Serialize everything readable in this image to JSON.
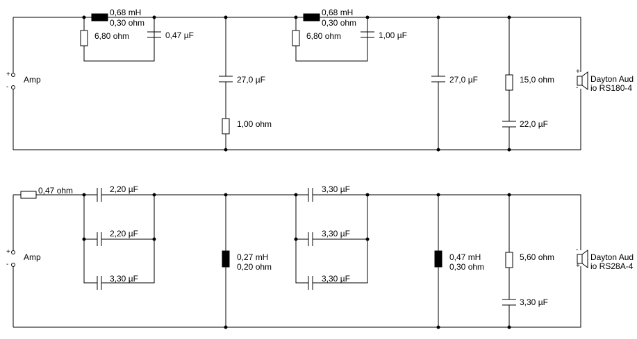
{
  "colors": {
    "wire": "#000000",
    "background": "#ffffff",
    "inductor": "#000000"
  },
  "icons": [
    "speaker-icon",
    "amp-terminal-icon"
  ],
  "top": {
    "amp_label": "Amp",
    "amp_plus": "+",
    "amp_minus": "-",
    "speaker_plus": "+",
    "speaker_minus": "-",
    "l1_value": "0,68 mH",
    "l1_resistance": "0,30 ohm",
    "r1": "6,80 ohm",
    "c1": "0,47 µF",
    "c2": "27,0 µF",
    "r2": "1,00 ohm",
    "l2_value": "0,68 mH",
    "l2_resistance": "0,30 ohm",
    "r3": "6,80 ohm",
    "c3": "1,00 µF",
    "c4": "27,0 µF",
    "r4": "15,0 ohm",
    "c5": "22,0 µF",
    "speaker_line1": "Dayton Aud",
    "speaker_line2": "io RS180-4"
  },
  "bottom": {
    "amp_label": "Amp",
    "amp_plus": "+",
    "amp_minus": "-",
    "speaker_plus": "+",
    "speaker_minus": "-",
    "r1": "0,47 ohm",
    "c1a": "2,20 µF",
    "c1b": "2,20 µF",
    "c1c": "3,30 µF",
    "l1_value": "0,27 mH",
    "l1_resistance": "0,20 ohm",
    "c2a": "3,30 µF",
    "c2b": "3,30 µF",
    "c2c": "3,30 µF",
    "l2_value": "0,47 mH",
    "l2_resistance": "0,30 ohm",
    "r2": "5,60 ohm",
    "c3": "3,30 µF",
    "speaker_line1": "Dayton Aud",
    "speaker_line2": "io RS28A-4"
  }
}
